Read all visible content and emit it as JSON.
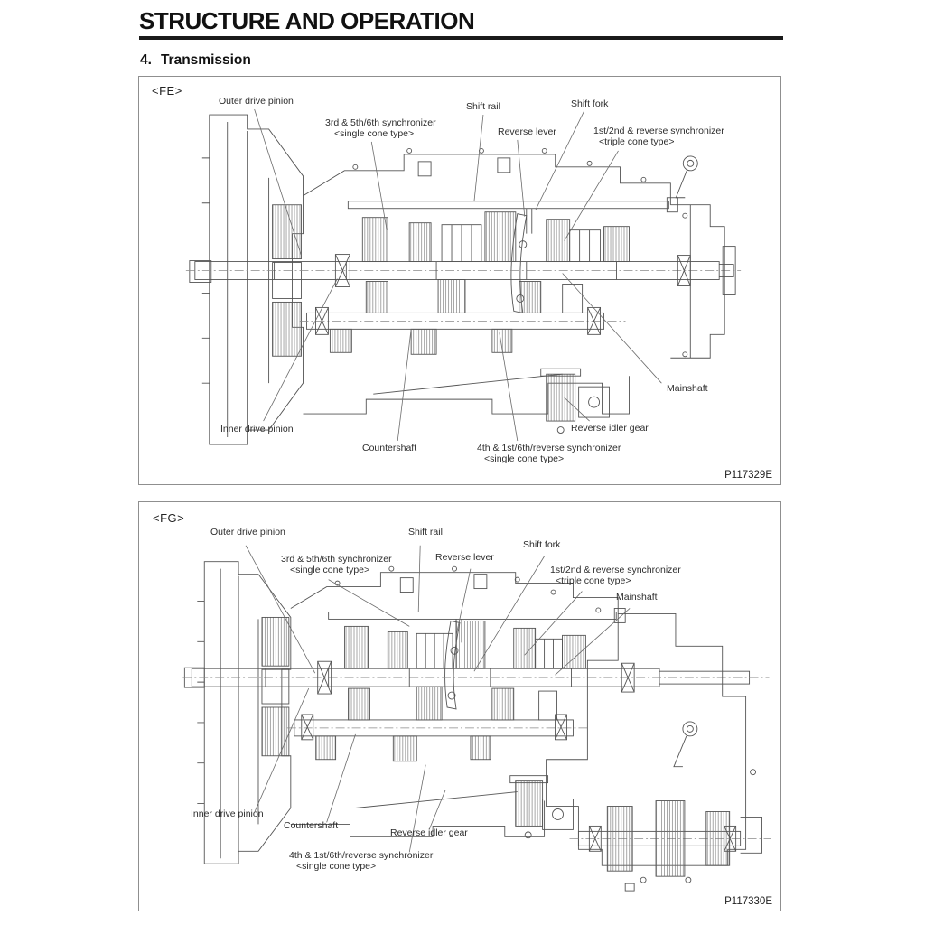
{
  "page": {
    "title": "STRUCTURE AND OPERATION",
    "section_number": "4.",
    "section_title": "Transmission"
  },
  "figures": [
    {
      "tag": "<FE>",
      "code": "P117329E",
      "labels": {
        "outer_drive_pinion": "Outer drive pinion",
        "sync_3rd_5th6th_line1": "3rd & 5th/6th synchronizer",
        "sync_3rd_5th6th_line2": "<single cone type>",
        "shift_rail": "Shift rail",
        "reverse_lever": "Reverse lever",
        "shift_fork": "Shift fork",
        "sync_1st2nd_rev_line1": "1st/2nd & reverse synchronizer",
        "sync_1st2nd_rev_line2": "<triple cone type>",
        "mainshaft": "Mainshaft",
        "reverse_idler_gear": "Reverse idler gear",
        "sync_4th_1st6th_rev_line1": "4th & 1st/6th/reverse synchronizer",
        "sync_4th_1st6th_rev_line2": "<single cone type>",
        "countershaft": "Countershaft",
        "inner_drive_pinion": "Inner drive pinion"
      }
    },
    {
      "tag": "<FG>",
      "code": "P117330E",
      "labels": {
        "outer_drive_pinion": "Outer drive pinion",
        "sync_3rd_5th6th_line1": "3rd & 5th/6th synchronizer",
        "sync_3rd_5th6th_line2": "<single cone type>",
        "shift_rail": "Shift rail",
        "reverse_lever": "Reverse lever",
        "shift_fork": "Shift fork",
        "sync_1st2nd_rev_line1": "1st/2nd & reverse synchronizer",
        "sync_1st2nd_rev_line2": "<triple cone type>",
        "mainshaft": "Mainshaft",
        "reverse_idler_gear": "Reverse idler gear",
        "sync_4th_1st6th_rev_line1": "4th & 1st/6th/reverse synchronizer",
        "sync_4th_1st6th_rev_line2": "<single cone type>",
        "countershaft": "Countershaft",
        "inner_drive_pinion": "Inner drive pinion"
      }
    }
  ]
}
